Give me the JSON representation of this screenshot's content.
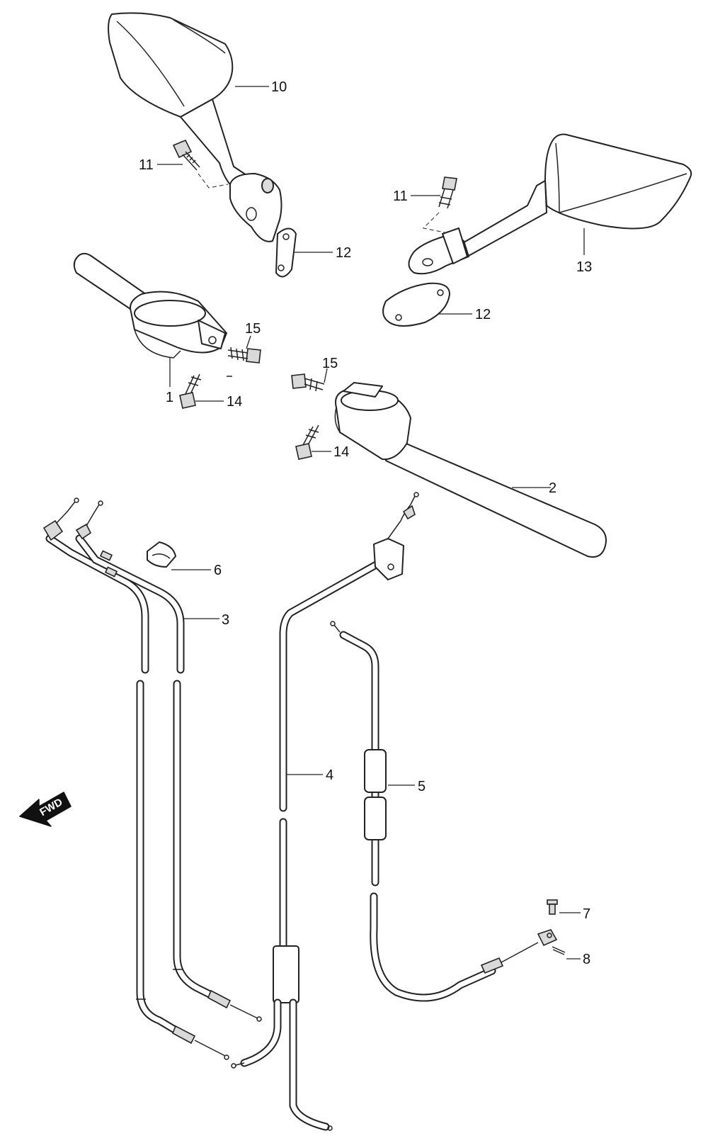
{
  "diagram": {
    "callouts": [
      {
        "id": "c10",
        "label": "10"
      },
      {
        "id": "c11a",
        "label": "11"
      },
      {
        "id": "c11b",
        "label": "11"
      },
      {
        "id": "c12a",
        "label": "12"
      },
      {
        "id": "c13",
        "label": "13"
      },
      {
        "id": "c12b",
        "label": "12"
      },
      {
        "id": "c15a",
        "label": "15"
      },
      {
        "id": "c1",
        "label": "1"
      },
      {
        "id": "c14a",
        "label": "14"
      },
      {
        "id": "c15b",
        "label": "15"
      },
      {
        "id": "c14b",
        "label": "14"
      },
      {
        "id": "c2",
        "label": "2"
      },
      {
        "id": "c6",
        "label": "6"
      },
      {
        "id": "c3",
        "label": "3"
      },
      {
        "id": "c4",
        "label": "4"
      },
      {
        "id": "c5",
        "label": "5"
      },
      {
        "id": "c7",
        "label": "7"
      },
      {
        "id": "c8",
        "label": "8"
      }
    ],
    "direction_indicator": {
      "label": "FWD"
    }
  }
}
